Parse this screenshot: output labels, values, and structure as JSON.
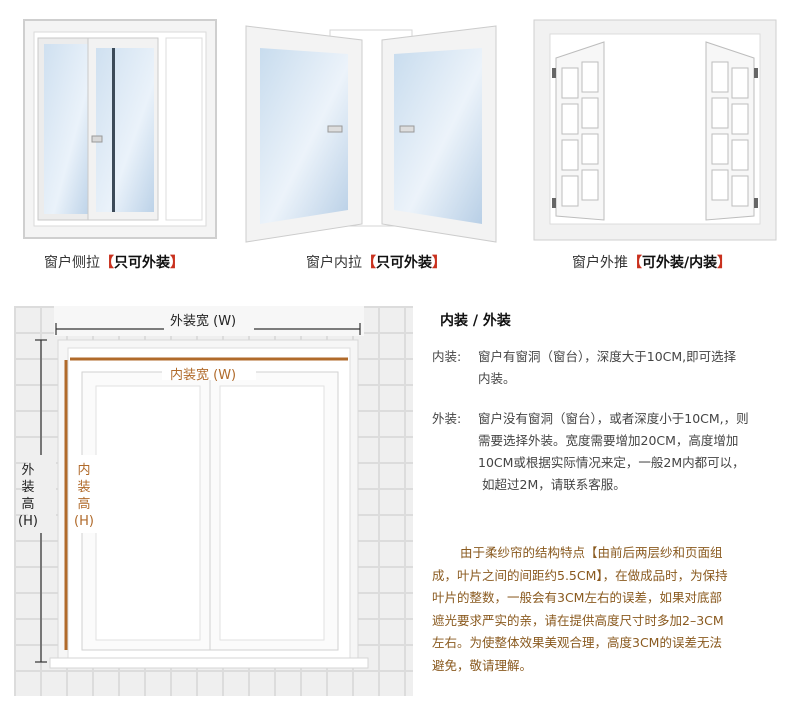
{
  "windows": [
    {
      "caption": "窗户侧拉",
      "bracket_open": "【",
      "tag": "只可外装",
      "bracket_close": "】",
      "icon": "sliding-window-icon"
    },
    {
      "caption": "窗户内拉",
      "bracket_open": "【",
      "tag": "只可外装",
      "bracket_close": "】",
      "icon": "inward-casement-window-icon"
    },
    {
      "caption": "窗户外推",
      "bracket_open": "【",
      "tag": "可外装/内装",
      "bracket_close": "】",
      "icon": "outward-casement-window-icon"
    }
  ],
  "diagram": {
    "outer_width_label": "外装宽 (W)",
    "inner_width_label": "内装宽 (W)",
    "outer_height_chars": [
      "外",
      "装",
      "高",
      "(H)"
    ],
    "inner_height_chars": [
      "内",
      "装",
      "高",
      "(H)"
    ]
  },
  "info": {
    "title": "内装 / 外装",
    "inner_label": "内装:",
    "inner_lines": [
      "窗户有窗洞（窗台），深度大于10CM,即可选择",
      "内装。"
    ],
    "outer_label": "外装:",
    "outer_lines": [
      "窗户没有窗洞（窗台），或者深度小于10CM,，则",
      "需要选择外装。宽度需要增加20CM，高度增加",
      "10CM或根据实际情况来定，一般2M内都可以，",
      "如超过2M，请联系客服。"
    ],
    "note_lines": [
      "由于柔纱帘的结构特点【由前后两层纱和页面组",
      "成，叶片之间的间距约5.5CM】，在做成品时，为保持",
      "叶片的整数，一般会有3CM左右的误差，如果对底部",
      "遮光要求严实的亲，请在提供高度尺寸时多加2–3CM",
      "左右。为使整体效果美观合理，高度3CM的误差无法",
      "避免，敬请理解。"
    ]
  },
  "colors": {
    "accent_brown": "#b06a2a",
    "bracket_red": "#c9311e",
    "note_text": "#8a5a1f"
  }
}
